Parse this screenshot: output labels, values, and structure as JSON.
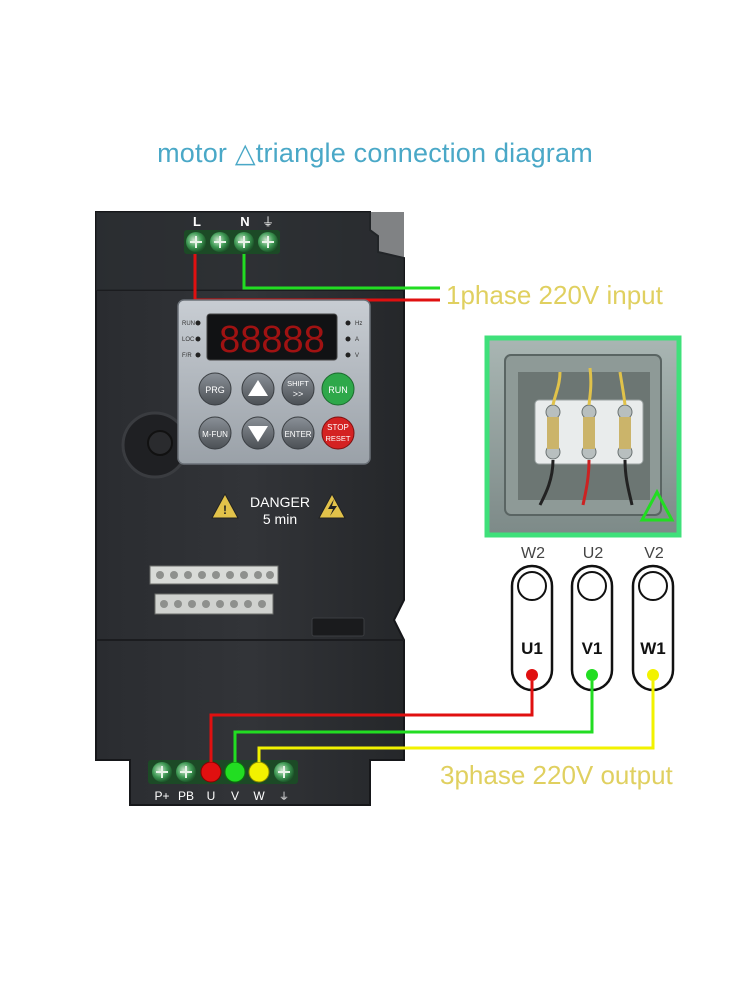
{
  "title": "motor △triangle connection diagram",
  "input_label": "1phase 220V input",
  "output_label": "3phase 220V output",
  "vfd": {
    "top_terminals": {
      "l": "L",
      "n": "N",
      "ground": "⏚"
    },
    "status_left": [
      "RUN",
      "LOC",
      "F/R"
    ],
    "status_right": [
      "Hz",
      "A",
      "V"
    ],
    "display": "88888",
    "buttons": {
      "prg": "PRG",
      "up": "▲",
      "shift_top": "SHIFT",
      "shift_bottom": ">>",
      "run": "RUN",
      "mfun": "M-FUN",
      "down": "▼",
      "enter": "ENTER",
      "stop_top": "STOP",
      "stop_bottom": "RESET"
    },
    "warning_title": "DANGER",
    "warning_time": "5 min",
    "bottom_terminals": [
      "P+",
      "PB",
      "U",
      "V",
      "W",
      "⏚"
    ]
  },
  "motor": {
    "top_labels": [
      "W2",
      "U2",
      "V2"
    ],
    "bottom_labels": [
      "U1",
      "V1",
      "W1"
    ],
    "wire_colors": [
      "#e01010",
      "#22dd22",
      "#f2f200"
    ]
  },
  "colors": {
    "title": "#4aa8c7",
    "label": "#e0d060",
    "red_wire": "#e01010",
    "green_wire": "#22dd22",
    "yellow_wire": "#f2f200",
    "box_border": "#3fe07a"
  }
}
